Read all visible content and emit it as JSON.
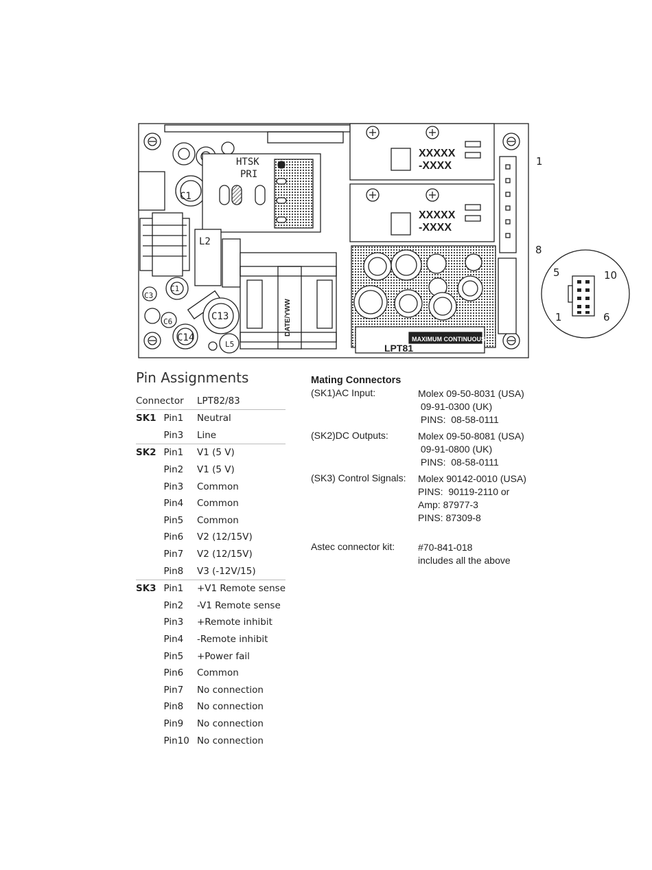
{
  "diagram": {
    "board_labels": [
      "HTSK",
      "PRI",
      "C1",
      "L2",
      "C13",
      "C14",
      "C3",
      "C6",
      "L5",
      "XXXXX",
      "-XXXX",
      "DATE/YWW",
      "LPT81",
      "MAXIMUM CONTINUOUS"
    ],
    "connector_pin_labels": {
      "sk2_top": "1",
      "sk2_bottom": "8",
      "sk3_5": "5",
      "sk3_10": "10",
      "sk3_1": "1",
      "sk3_6": "6"
    }
  },
  "pin_assignments": {
    "title": "Pin Assignments",
    "header": {
      "connector": "Connector",
      "model": "LPT82/83"
    },
    "groups": [
      {
        "connector": "SK1",
        "pins": [
          {
            "pin": "Pin1",
            "function": "Neutral"
          },
          {
            "pin": "Pin3",
            "function": "Line"
          }
        ]
      },
      {
        "connector": "SK2",
        "pins": [
          {
            "pin": "Pin1",
            "function": "V1 (5 V)"
          },
          {
            "pin": "Pin2",
            "function": "V1 (5 V)"
          },
          {
            "pin": "Pin3",
            "function": "Common"
          },
          {
            "pin": "Pin4",
            "function": "Common"
          },
          {
            "pin": "Pin5",
            "function": "Common"
          },
          {
            "pin": "Pin6",
            "function": "V2 (12/15V)"
          },
          {
            "pin": "Pin7",
            "function": "V2 (12/15V)"
          },
          {
            "pin": "Pin8",
            "function": "V3 (-12V/15)"
          }
        ]
      },
      {
        "connector": "SK3",
        "pins": [
          {
            "pin": "Pin1",
            "function": "+V1 Remote sense"
          },
          {
            "pin": "Pin2",
            "function": "-V1 Remote sense"
          },
          {
            "pin": "Pin3",
            "function": "+Remote inhibit"
          },
          {
            "pin": "Pin4",
            "function": "-Remote inhibit"
          },
          {
            "pin": "Pin5",
            "function": "+Power fail"
          },
          {
            "pin": "Pin6",
            "function": "Common"
          },
          {
            "pin": "Pin7",
            "function": "No connection"
          },
          {
            "pin": "Pin8",
            "function": "No connection"
          },
          {
            "pin": "Pin9",
            "function": "No connection"
          },
          {
            "pin": "Pin10",
            "function": "No connection"
          }
        ]
      }
    ]
  },
  "mating_connectors": {
    "title": "Mating Connectors",
    "entries": [
      {
        "label": "(SK1)AC Input:",
        "lines": [
          "Molex 09-50-8031 (USA)",
          " 09-91-0300 (UK)",
          " PINS:  08-58-0111"
        ]
      },
      {
        "label": "(SK2)DC Outputs:",
        "lines": [
          "Molex 09-50-8081 (USA)",
          " 09-91-0800 (UK)",
          " PINS:  08-58-0111"
        ]
      },
      {
        "label": "(SK3) Control Signals:",
        "lines": [
          "Molex 90142-0010 (USA)",
          "PINS:  90119-2110 or",
          "Amp: 87977-3",
          "PINS: 87309-8"
        ]
      },
      {
        "label": "Astec connector kit:",
        "lines": [
          "#70-841-018",
          "includes all the above"
        ]
      }
    ]
  }
}
